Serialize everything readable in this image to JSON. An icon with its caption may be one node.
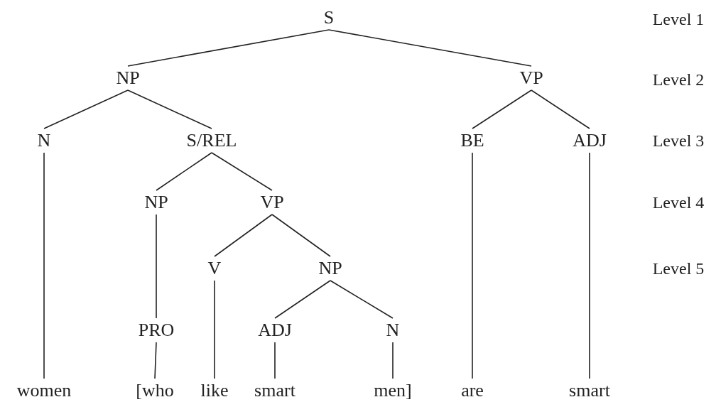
{
  "diagram": {
    "nodes": [
      {
        "text": [
          "S"
        ]
      },
      {
        "text": [
          "NP"
        ]
      },
      {
        "text": [
          "VP"
        ]
      },
      {
        "text": [
          "N"
        ]
      },
      {
        "text": [
          "S/REL"
        ]
      },
      {
        "text": [
          "BE"
        ]
      },
      {
        "text": [
          "ADJ"
        ]
      },
      {
        "text": [
          "NP"
        ]
      },
      {
        "text": [
          "VP"
        ]
      },
      {
        "text": [
          "V"
        ]
      },
      {
        "text": [
          "NP"
        ]
      },
      {
        "text": [
          "PRO"
        ]
      },
      {
        "text": [
          "ADJ"
        ]
      },
      {
        "text": [
          "N"
        ]
      },
      {
        "text": [
          "women"
        ]
      },
      {
        "text": [
          "[who"
        ]
      },
      {
        "text": [
          "like"
        ]
      },
      {
        "text": [
          "smart"
        ]
      },
      {
        "text": [
          "men]"
        ]
      },
      {
        "text": [
          "are"
        ]
      },
      {
        "text": [
          "smart"
        ]
      }
    ],
    "edges": [
      {
        "from": 0,
        "to": 1,
        "arrow": "none"
      },
      {
        "from": 0,
        "to": 2,
        "arrow": "none"
      },
      {
        "from": 1,
        "to": 3,
        "arrow": "none"
      },
      {
        "from": 1,
        "to": 4,
        "arrow": "none"
      },
      {
        "from": 2,
        "to": 5,
        "arrow": "none"
      },
      {
        "from": 2,
        "to": 6,
        "arrow": "none"
      },
      {
        "from": 4,
        "to": 7,
        "arrow": "none"
      },
      {
        "from": 4,
        "to": 8,
        "arrow": "none"
      },
      {
        "from": 8,
        "to": 9,
        "arrow": "none"
      },
      {
        "from": 8,
        "to": 10,
        "arrow": "none"
      },
      {
        "from": 10,
        "to": 12,
        "arrow": "none"
      },
      {
        "from": 10,
        "to": 13,
        "arrow": "none"
      },
      {
        "from": 3,
        "to": 14,
        "arrow": "none"
      },
      {
        "from": 7,
        "to": 11,
        "arrow": "none"
      },
      {
        "from": 11,
        "to": 15,
        "arrow": "none"
      },
      {
        "from": 9,
        "to": 16,
        "arrow": "none"
      },
      {
        "from": 12,
        "to": 17,
        "arrow": "none"
      },
      {
        "from": 13,
        "to": 18,
        "arrow": "none"
      },
      {
        "from": 5,
        "to": 19,
        "arrow": "none"
      },
      {
        "from": 6,
        "to": 20,
        "arrow": "none"
      }
    ],
    "labels": [
      "Level 1",
      "Level 2",
      "Level 3",
      "Level 4",
      "Level 5"
    ]
  }
}
